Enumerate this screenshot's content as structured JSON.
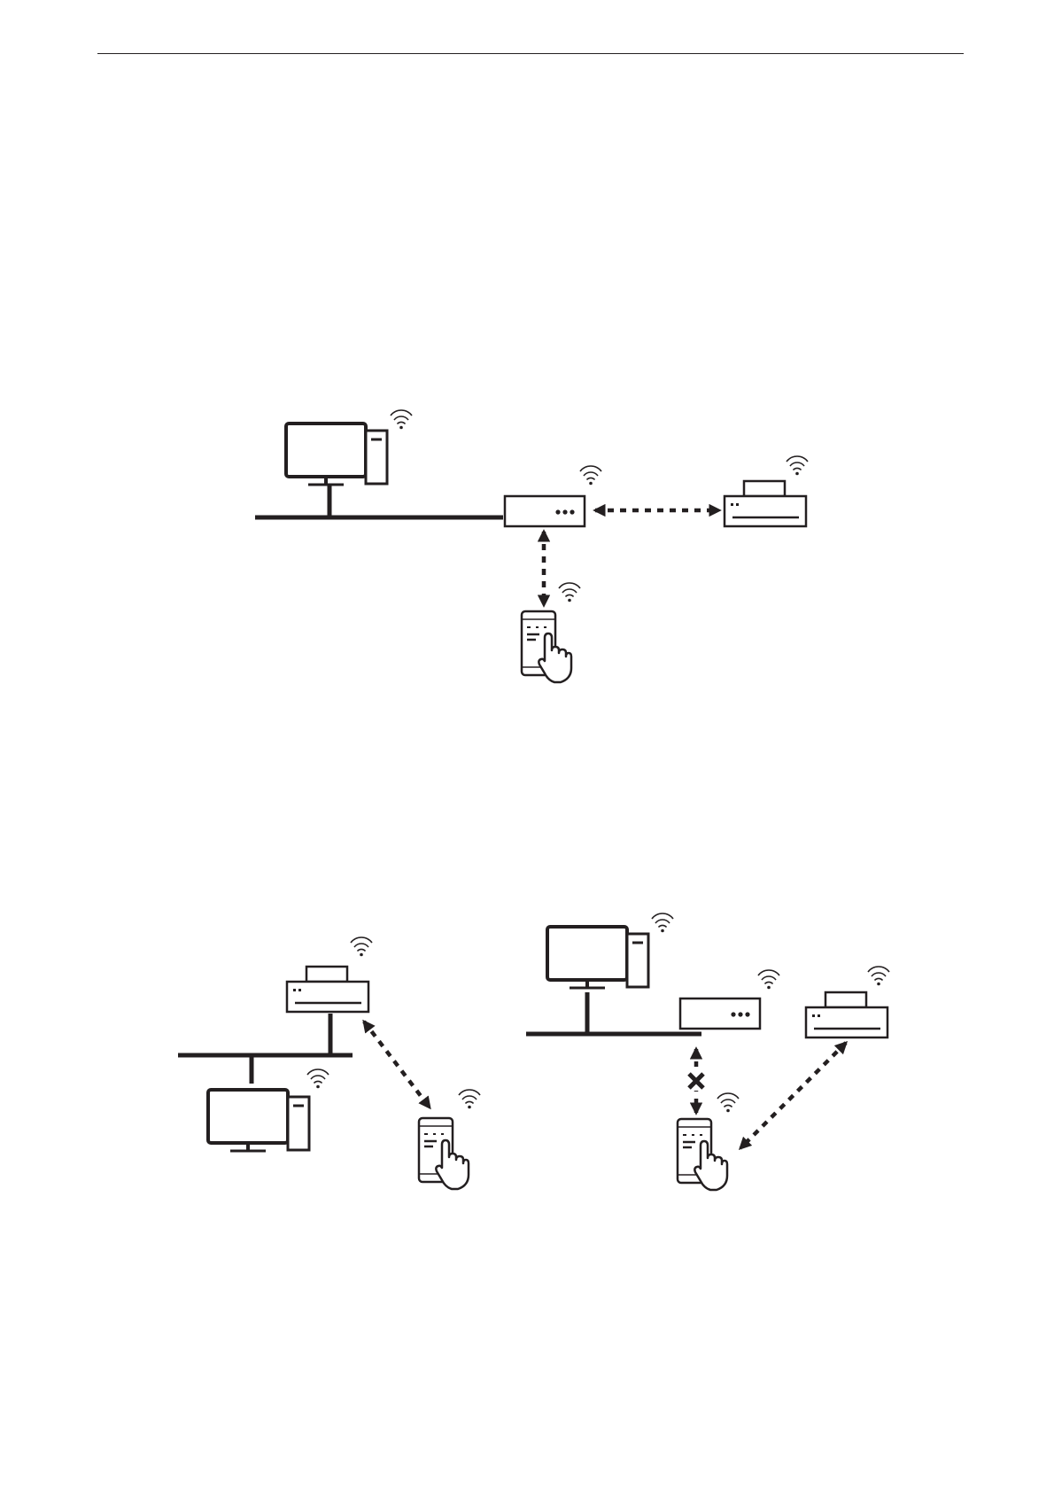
{
  "page": {
    "background": "#ffffff",
    "ink": "#231f20"
  },
  "diagrams": [
    {
      "id": "infrastructure-mode",
      "devices": [
        {
          "kind": "computer",
          "icon": "desktop-computer-icon",
          "wireless": true
        },
        {
          "kind": "router",
          "icon": "wireless-router-icon",
          "wireless": true
        },
        {
          "kind": "printer",
          "icon": "printer-icon",
          "wireless": true
        },
        {
          "kind": "smartphone",
          "icon": "smartphone-icon",
          "wireless": true
        }
      ],
      "links": [
        {
          "from": "computer",
          "to": "router",
          "style": "wired"
        },
        {
          "from": "router",
          "to": "printer",
          "style": "wireless"
        },
        {
          "from": "router",
          "to": "smartphone",
          "style": "wireless"
        }
      ]
    },
    {
      "id": "direct-connection-wired-printer",
      "devices": [
        {
          "kind": "printer",
          "icon": "printer-icon",
          "wireless": true
        },
        {
          "kind": "computer",
          "icon": "desktop-computer-icon",
          "wireless": true
        },
        {
          "kind": "smartphone",
          "icon": "smartphone-icon",
          "wireless": true
        }
      ],
      "links": [
        {
          "from": "printer",
          "to": "lan",
          "style": "wired"
        },
        {
          "from": "computer",
          "to": "lan",
          "style": "wired"
        },
        {
          "from": "printer",
          "to": "smartphone",
          "style": "wireless"
        }
      ]
    },
    {
      "id": "direct-connection-router-blocked",
      "devices": [
        {
          "kind": "computer",
          "icon": "desktop-computer-icon",
          "wireless": true
        },
        {
          "kind": "router",
          "icon": "wireless-router-icon",
          "wireless": true
        },
        {
          "kind": "printer",
          "icon": "printer-icon",
          "wireless": true
        },
        {
          "kind": "smartphone",
          "icon": "smartphone-icon",
          "wireless": true
        }
      ],
      "links": [
        {
          "from": "computer",
          "to": "router",
          "style": "wired"
        },
        {
          "from": "router",
          "to": "smartphone",
          "style": "blocked",
          "marker": "cross-icon"
        },
        {
          "from": "printer",
          "to": "smartphone",
          "style": "wireless"
        }
      ]
    }
  ]
}
